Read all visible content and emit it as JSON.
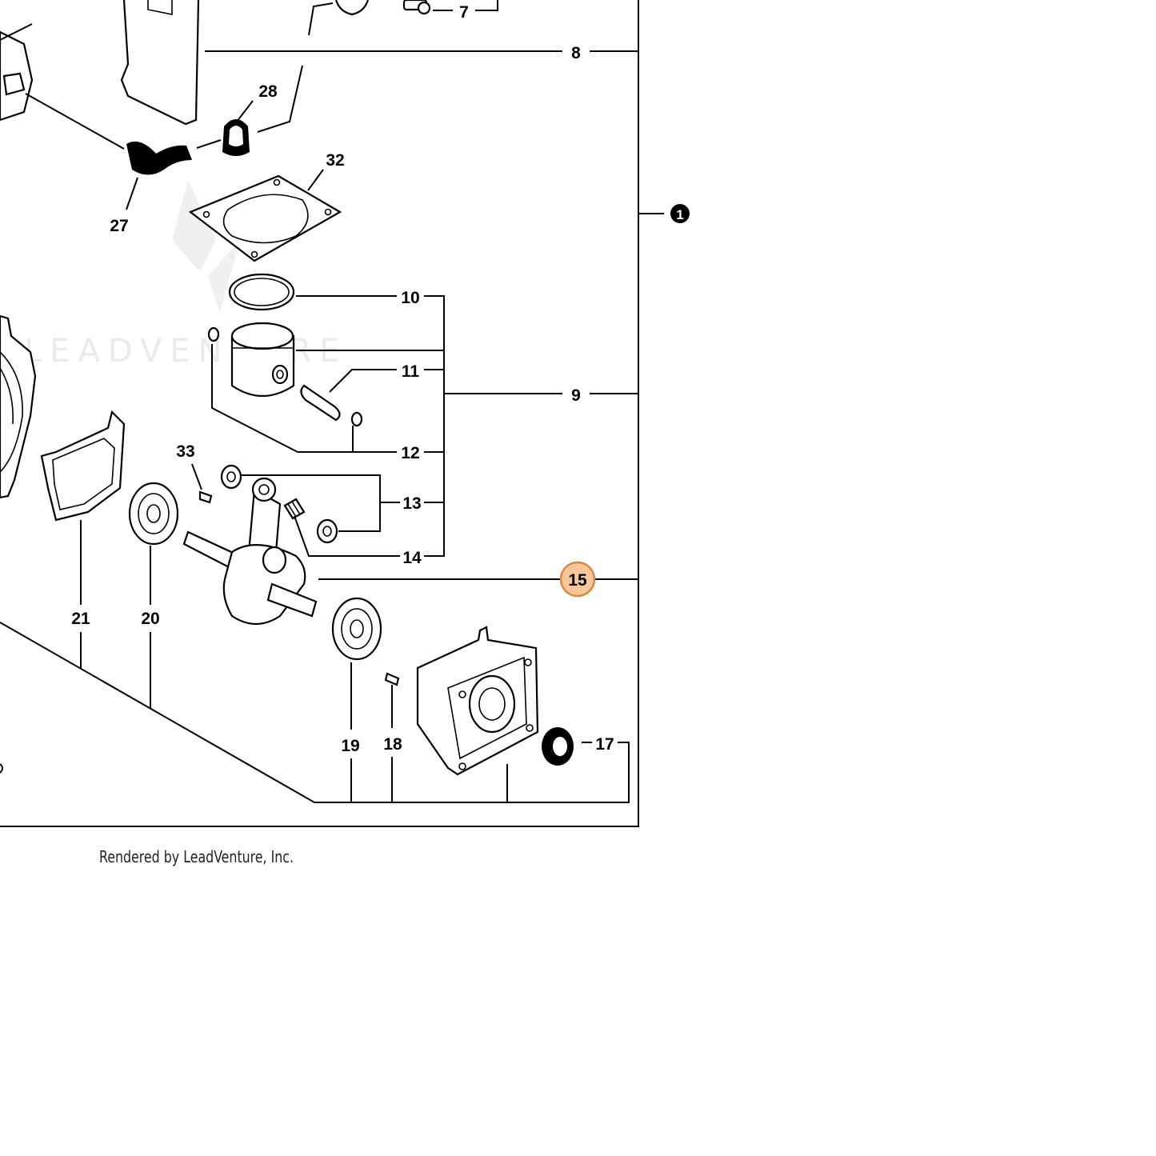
{
  "diagram": {
    "callouts": [
      "1",
      "7",
      "8",
      "9",
      "10",
      "11",
      "12",
      "13",
      "14",
      "15",
      "17",
      "18",
      "19",
      "20",
      "21",
      "27",
      "28",
      "32",
      "33"
    ],
    "highlight": {
      "label": "15",
      "fill": "#f5c79a",
      "stroke": "#d98a3e"
    },
    "watermark": "LEADVENTURE",
    "footer": "Rendered by LeadVenture, Inc."
  }
}
